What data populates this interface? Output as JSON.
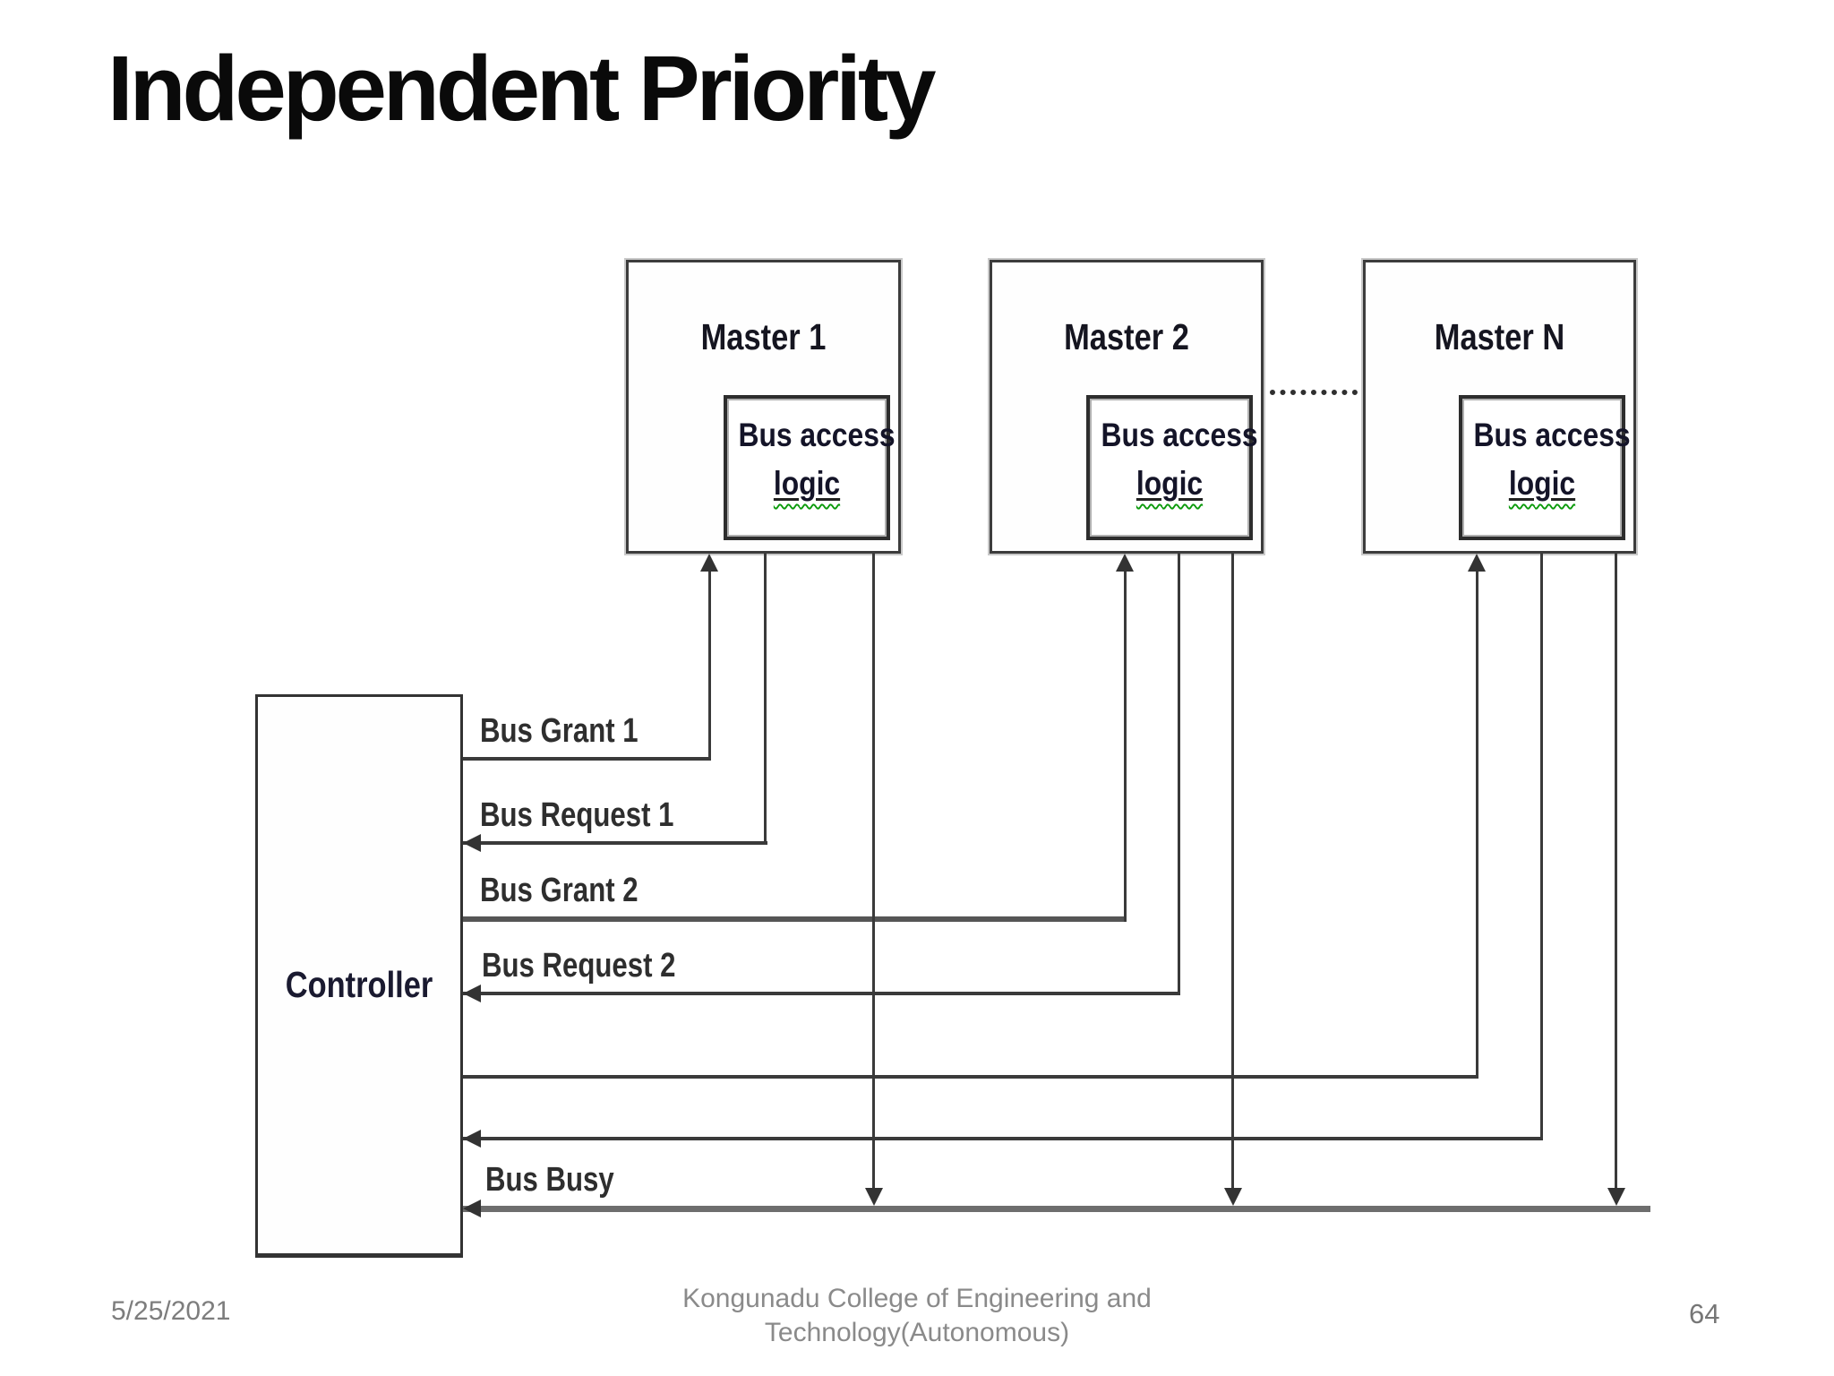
{
  "slide": {
    "title": "Independent Priority"
  },
  "diagram": {
    "masters": [
      {
        "name": "Master 1"
      },
      {
        "name": "Master 2"
      },
      {
        "name": "Master N"
      }
    ],
    "access_logic_line1": "Bus access",
    "access_logic_line2": "logic",
    "controller_label": "Controller",
    "labels": {
      "grant1": "Bus Grant 1",
      "request1": "Bus Request 1",
      "grant2": "Bus Grant 2",
      "request2": "Bus Request 2",
      "busy": "Bus Busy"
    },
    "colors": {
      "wire": "#3a3a3a",
      "busy_wire": "#6e6e6e",
      "grant2_wire": "#555555",
      "squiggle_green": "#0a9a0a",
      "text_dark": "#141428",
      "footer_gray": "#8a8a8a"
    }
  },
  "footer": {
    "date": "5/25/2021",
    "center_line1": "Kongunadu College of Engineering and",
    "center_line2": "Technology(Autonomous)",
    "page_number": "64"
  }
}
